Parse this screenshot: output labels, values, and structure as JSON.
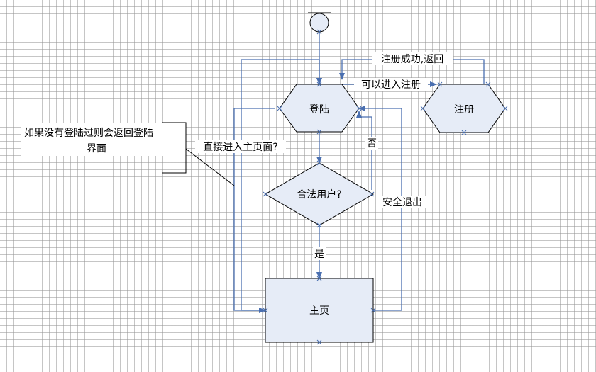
{
  "nodes": {
    "login": "登陆",
    "register": "注册",
    "valid_user": "合法用户?",
    "home": "主页"
  },
  "edges": {
    "register_success": "注册成功,返回",
    "can_register": "可以进入注册",
    "no": "否",
    "yes": "是",
    "logout": "安全退出",
    "direct_home": "直接进入主页面?"
  },
  "annotation": {
    "line1": "如果没有登陆过则会返回登陆",
    "line2": "界面"
  },
  "colors": {
    "node_fill": "#e6ecf7",
    "connector": "#4a6fb0",
    "grid": "#969696"
  }
}
